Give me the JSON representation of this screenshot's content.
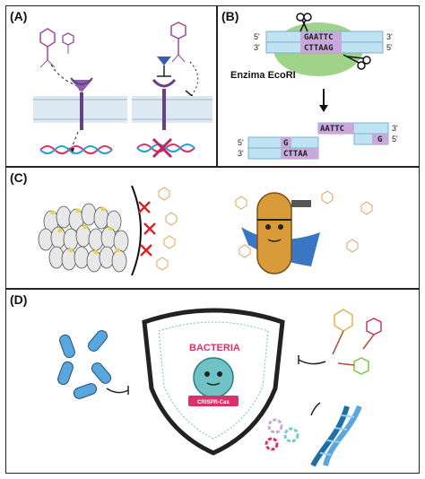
{
  "panels": {
    "a": {
      "label": "(A)"
    },
    "b": {
      "label": "(B)",
      "enzyme": "Enzima EcoRI",
      "top_strand": "GAATTC",
      "bottom_strand": "CTTAAG",
      "cut_top": "AATTC",
      "cut_g_top": "G",
      "cut_g_left": "G",
      "cut_bottom": "CTTAA",
      "prime5": "5'",
      "prime3": "3'"
    },
    "c": {
      "label": "(C)"
    },
    "d": {
      "label": "(D)",
      "shield_title": "BACTERIA",
      "shield_subtitle": "CRISPR-Cas"
    }
  },
  "colors": {
    "membrane": "#bcd3e6",
    "receptor": "#8b5fa8",
    "dna_blue": "#bfe3f2",
    "highlight": "#c9a8dc",
    "blob": "#9fd38a",
    "red_x": "#d62828",
    "bacteria_blue": "#5aa7e0",
    "cape": "#3a76c4",
    "capsule": "#d99b3a",
    "shield_pink": "#d6336c",
    "crispr_teal": "#6fc3c7"
  }
}
